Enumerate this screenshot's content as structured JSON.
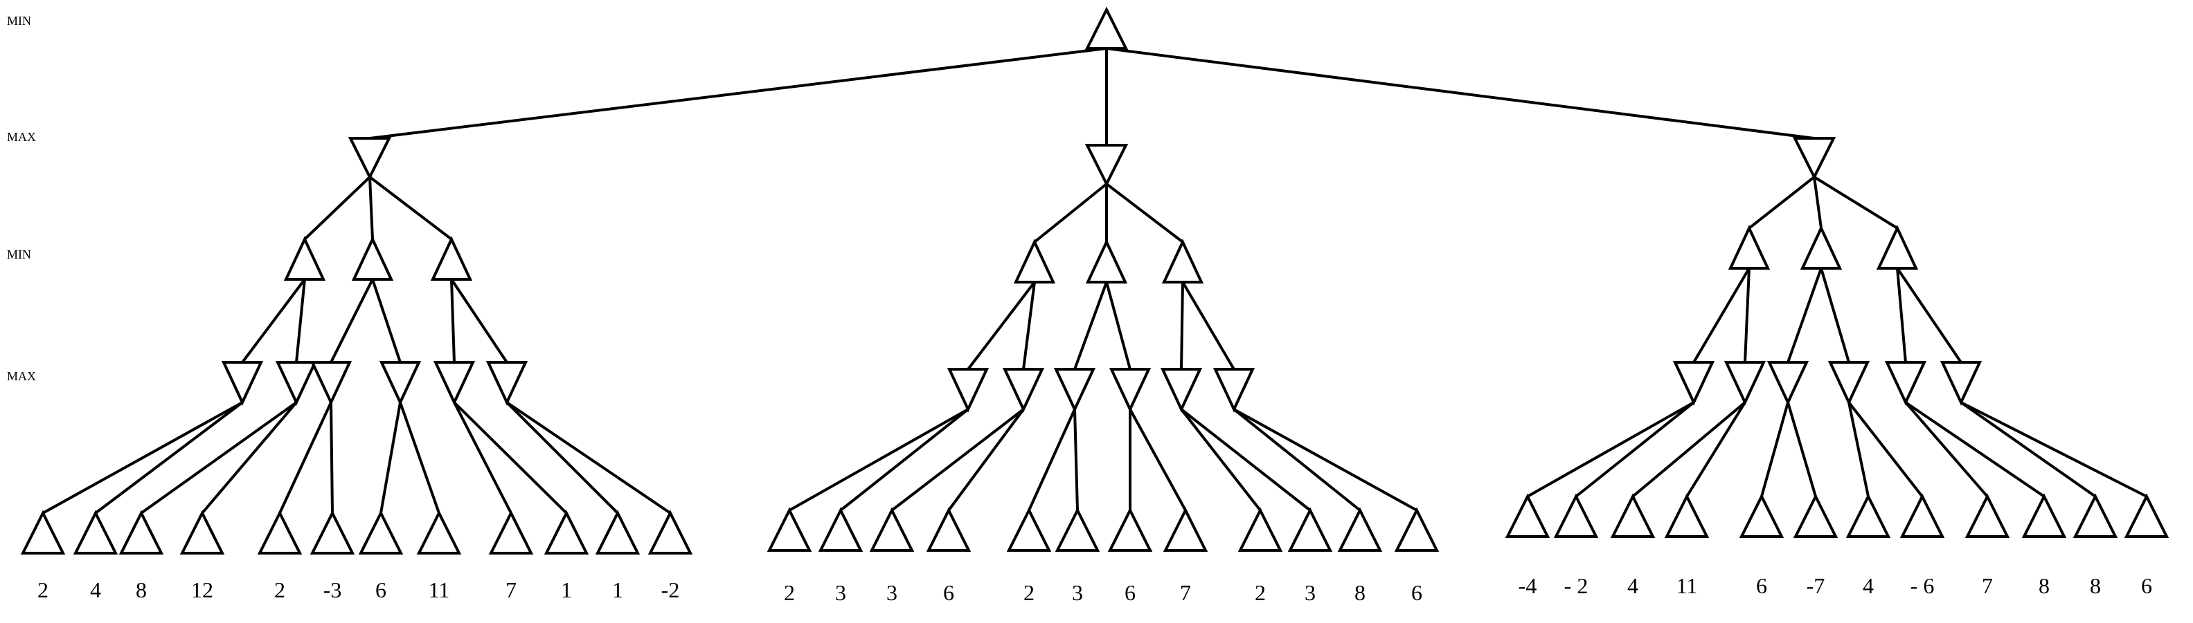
{
  "level_labels": [
    "MIN",
    "MAX",
    "MIN",
    "MAX"
  ],
  "root": {
    "type": "MIN"
  },
  "subtrees": [
    {
      "groups": [
        {
          "leaves": [
            [
              "2",
              "4"
            ],
            [
              "8",
              "12"
            ]
          ]
        },
        {
          "leaves": [
            [
              "2",
              "-3"
            ],
            [
              "6",
              "11"
            ]
          ]
        },
        {
          "leaves": [
            [
              "7",
              "1"
            ],
            [
              "1",
              "-2"
            ]
          ]
        }
      ]
    },
    {
      "groups": [
        {
          "leaves": [
            [
              "2",
              "3"
            ],
            [
              "3",
              "6"
            ]
          ]
        },
        {
          "leaves": [
            [
              "2",
              "3"
            ],
            [
              "6",
              "7"
            ]
          ]
        },
        {
          "leaves": [
            [
              "2",
              "3"
            ],
            [
              "8",
              "6"
            ]
          ]
        }
      ]
    },
    {
      "groups": [
        {
          "leaves": [
            [
              "-4",
              "- 2"
            ],
            [
              "4",
              "11"
            ]
          ]
        },
        {
          "leaves": [
            [
              "6",
              "-7"
            ],
            [
              "4",
              "- 6"
            ]
          ]
        },
        {
          "leaves": [
            [
              "7",
              "8"
            ],
            [
              "8",
              "6"
            ]
          ]
        }
      ]
    }
  ]
}
